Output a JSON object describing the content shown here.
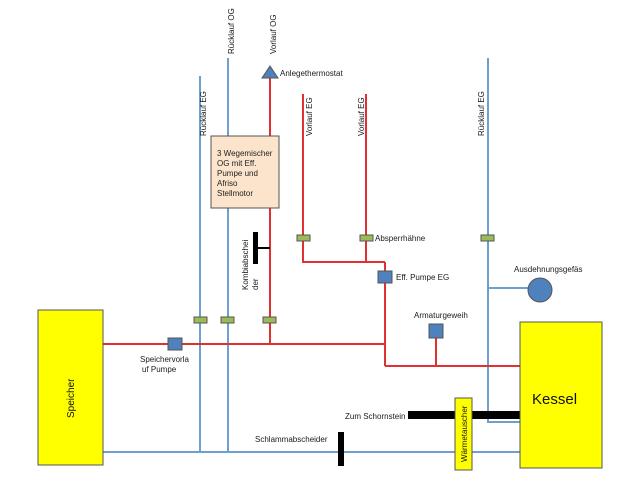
{
  "colors": {
    "supply": "#e03030",
    "return": "#6f9fcf",
    "yellow_fill": "#ffff00",
    "mixer_fill": "#fce4cc",
    "pump_fill": "#4f81bd",
    "valve_fill": "#9bbb59",
    "separator": "#000000",
    "stroke": "#555555"
  },
  "labels": {
    "ruecklauf_og": "Rücklauf OG",
    "vorlauf_og": "Vorlauf OG",
    "ruecklauf_eg_left": "Rücklauf EG",
    "vorlauf_eg_1": "Vorlauf EG",
    "vorlauf_eg_2": "Vorlauf EG",
    "ruecklauf_eg_right": "Rücklauf EG",
    "anlegethermostat": "Anlegethermostat",
    "mixer_lines": [
      "3 Wegemischer",
      "OG mit Eff.",
      "Pumpe und",
      "Afriso",
      "Stellmotor"
    ],
    "kombi_line1": "Kombiabschei",
    "kombi_line2": "der",
    "absperrhaehne": "Absperrhähne",
    "eff_pumpe_eg": "Eff. Pumpe EG",
    "ausdehnungsgefaess": "Ausdehnungsgefäs",
    "armaturgeweih": "Armaturgeweih",
    "speichervorlauf_line1": "Speichervorla",
    "speichervorlauf_line2": "uf Pumpe",
    "speicher": "Speicher",
    "kessel": "Kessel",
    "zum_schornstein": "Zum Schornstein",
    "waermetauscher": "Wärmetauscher",
    "schlammabscheider": "Schlammabscheider"
  }
}
